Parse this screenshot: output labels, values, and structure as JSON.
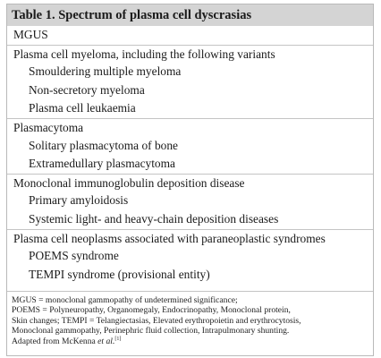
{
  "table": {
    "title": "Table 1. Spectrum of plasma cell dyscrasias",
    "rows": [
      {
        "text": "MGUS"
      },
      {
        "text": "Plasma cell myeloma, including the following variants"
      },
      {
        "text": "Smouldering multiple myeloma"
      },
      {
        "text": "Non-secretory myeloma"
      },
      {
        "text": "Plasma cell leukaemia"
      },
      {
        "text": "Plasmacytoma"
      },
      {
        "text": "Solitary plasmacytoma of bone"
      },
      {
        "text": "Extramedullary plasmacytoma"
      },
      {
        "text": "Monoclonal immunoglobulin deposition disease"
      },
      {
        "text": "Primary amyloidosis"
      },
      {
        "text": "Systemic light- and heavy-chain deposition diseases"
      },
      {
        "text": "Plasma cell neoplasms associated with paraneoplastic syndromes"
      },
      {
        "text": "POEMS syndrome"
      },
      {
        "text": "TEMPI syndrome (provisional entity)"
      }
    ]
  },
  "footnote": {
    "line1": "MGUS = monoclonal gammopathy of undetermined significance;",
    "line2": "POEMS = Polyneuropathy, Organomegaly, Endocrinopathy, Monoclonal protein,",
    "line3": "Skin changes; TEMPI = Telangiectasias, Elevated erythropoietin and erythrocytosis,",
    "line4": "Monoclonal gammopathy, Perinephric fluid collection, Intrapulmonary shunting.",
    "line5_prefix": "Adapted from McKenna ",
    "line5_etal": "et al.",
    "ref": "[1]"
  }
}
